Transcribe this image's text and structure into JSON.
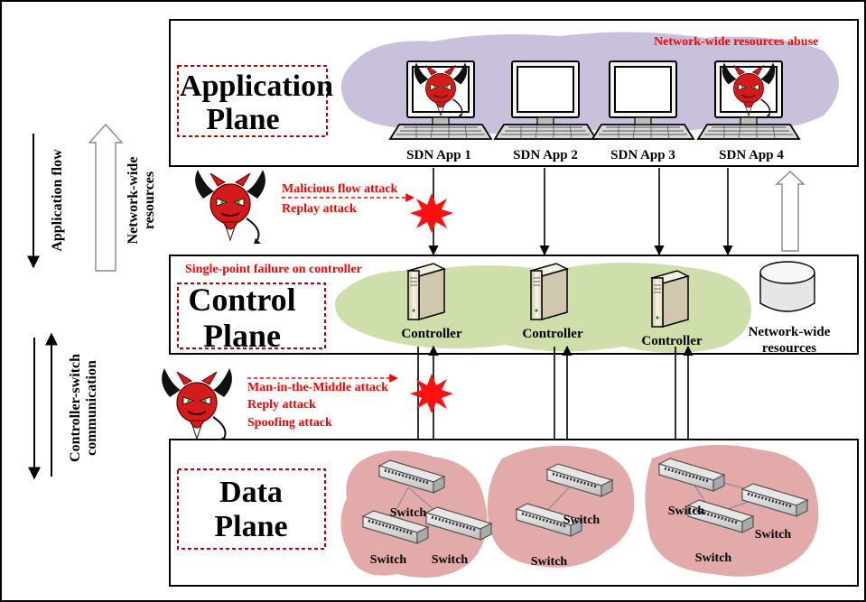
{
  "planes": {
    "application": {
      "line1": "Application",
      "line2": "Plane"
    },
    "control": {
      "line1": "Control",
      "line2": "Plane"
    },
    "data": {
      "line1": "Data",
      "line2": "Plane"
    }
  },
  "sidebar": {
    "application_flow": "Application flow",
    "network_wide_resources_line1": "Network-wide",
    "network_wide_resources_line2": "resources",
    "controller_switch_line1": "Controller-switch",
    "controller_switch_line2": "communication"
  },
  "application_plane": {
    "abuse_label": "Network-wide resources abuse",
    "apps": [
      {
        "label": "SDN App 1",
        "compromised": true
      },
      {
        "label": "SDN App 2",
        "compromised": false
      },
      {
        "label": "SDN App 3",
        "compromised": false
      },
      {
        "label": "SDN App 4",
        "compromised": true
      }
    ]
  },
  "app_control_attacks": [
    "Malicious flow attack",
    "Replay attack"
  ],
  "control_plane": {
    "failure_label": "Single-point failure on controller",
    "controllers": [
      "Controller",
      "Controller",
      "Controller"
    ],
    "resources_line1": "Network-wide",
    "resources_line2": "resources"
  },
  "control_data_attacks": [
    "Man-in-the-Middle attack",
    "Reply attack",
    "Spoofing attack"
  ],
  "data_plane": {
    "switch_label": "Switch"
  },
  "colors": {
    "attack_red": "#ff0000",
    "app_cloud": "#c9c0dc",
    "control_cloud": "#cfdfab",
    "data_cloud": "#e3aaaa",
    "devil": "#d21c1c",
    "border": "#000000"
  }
}
